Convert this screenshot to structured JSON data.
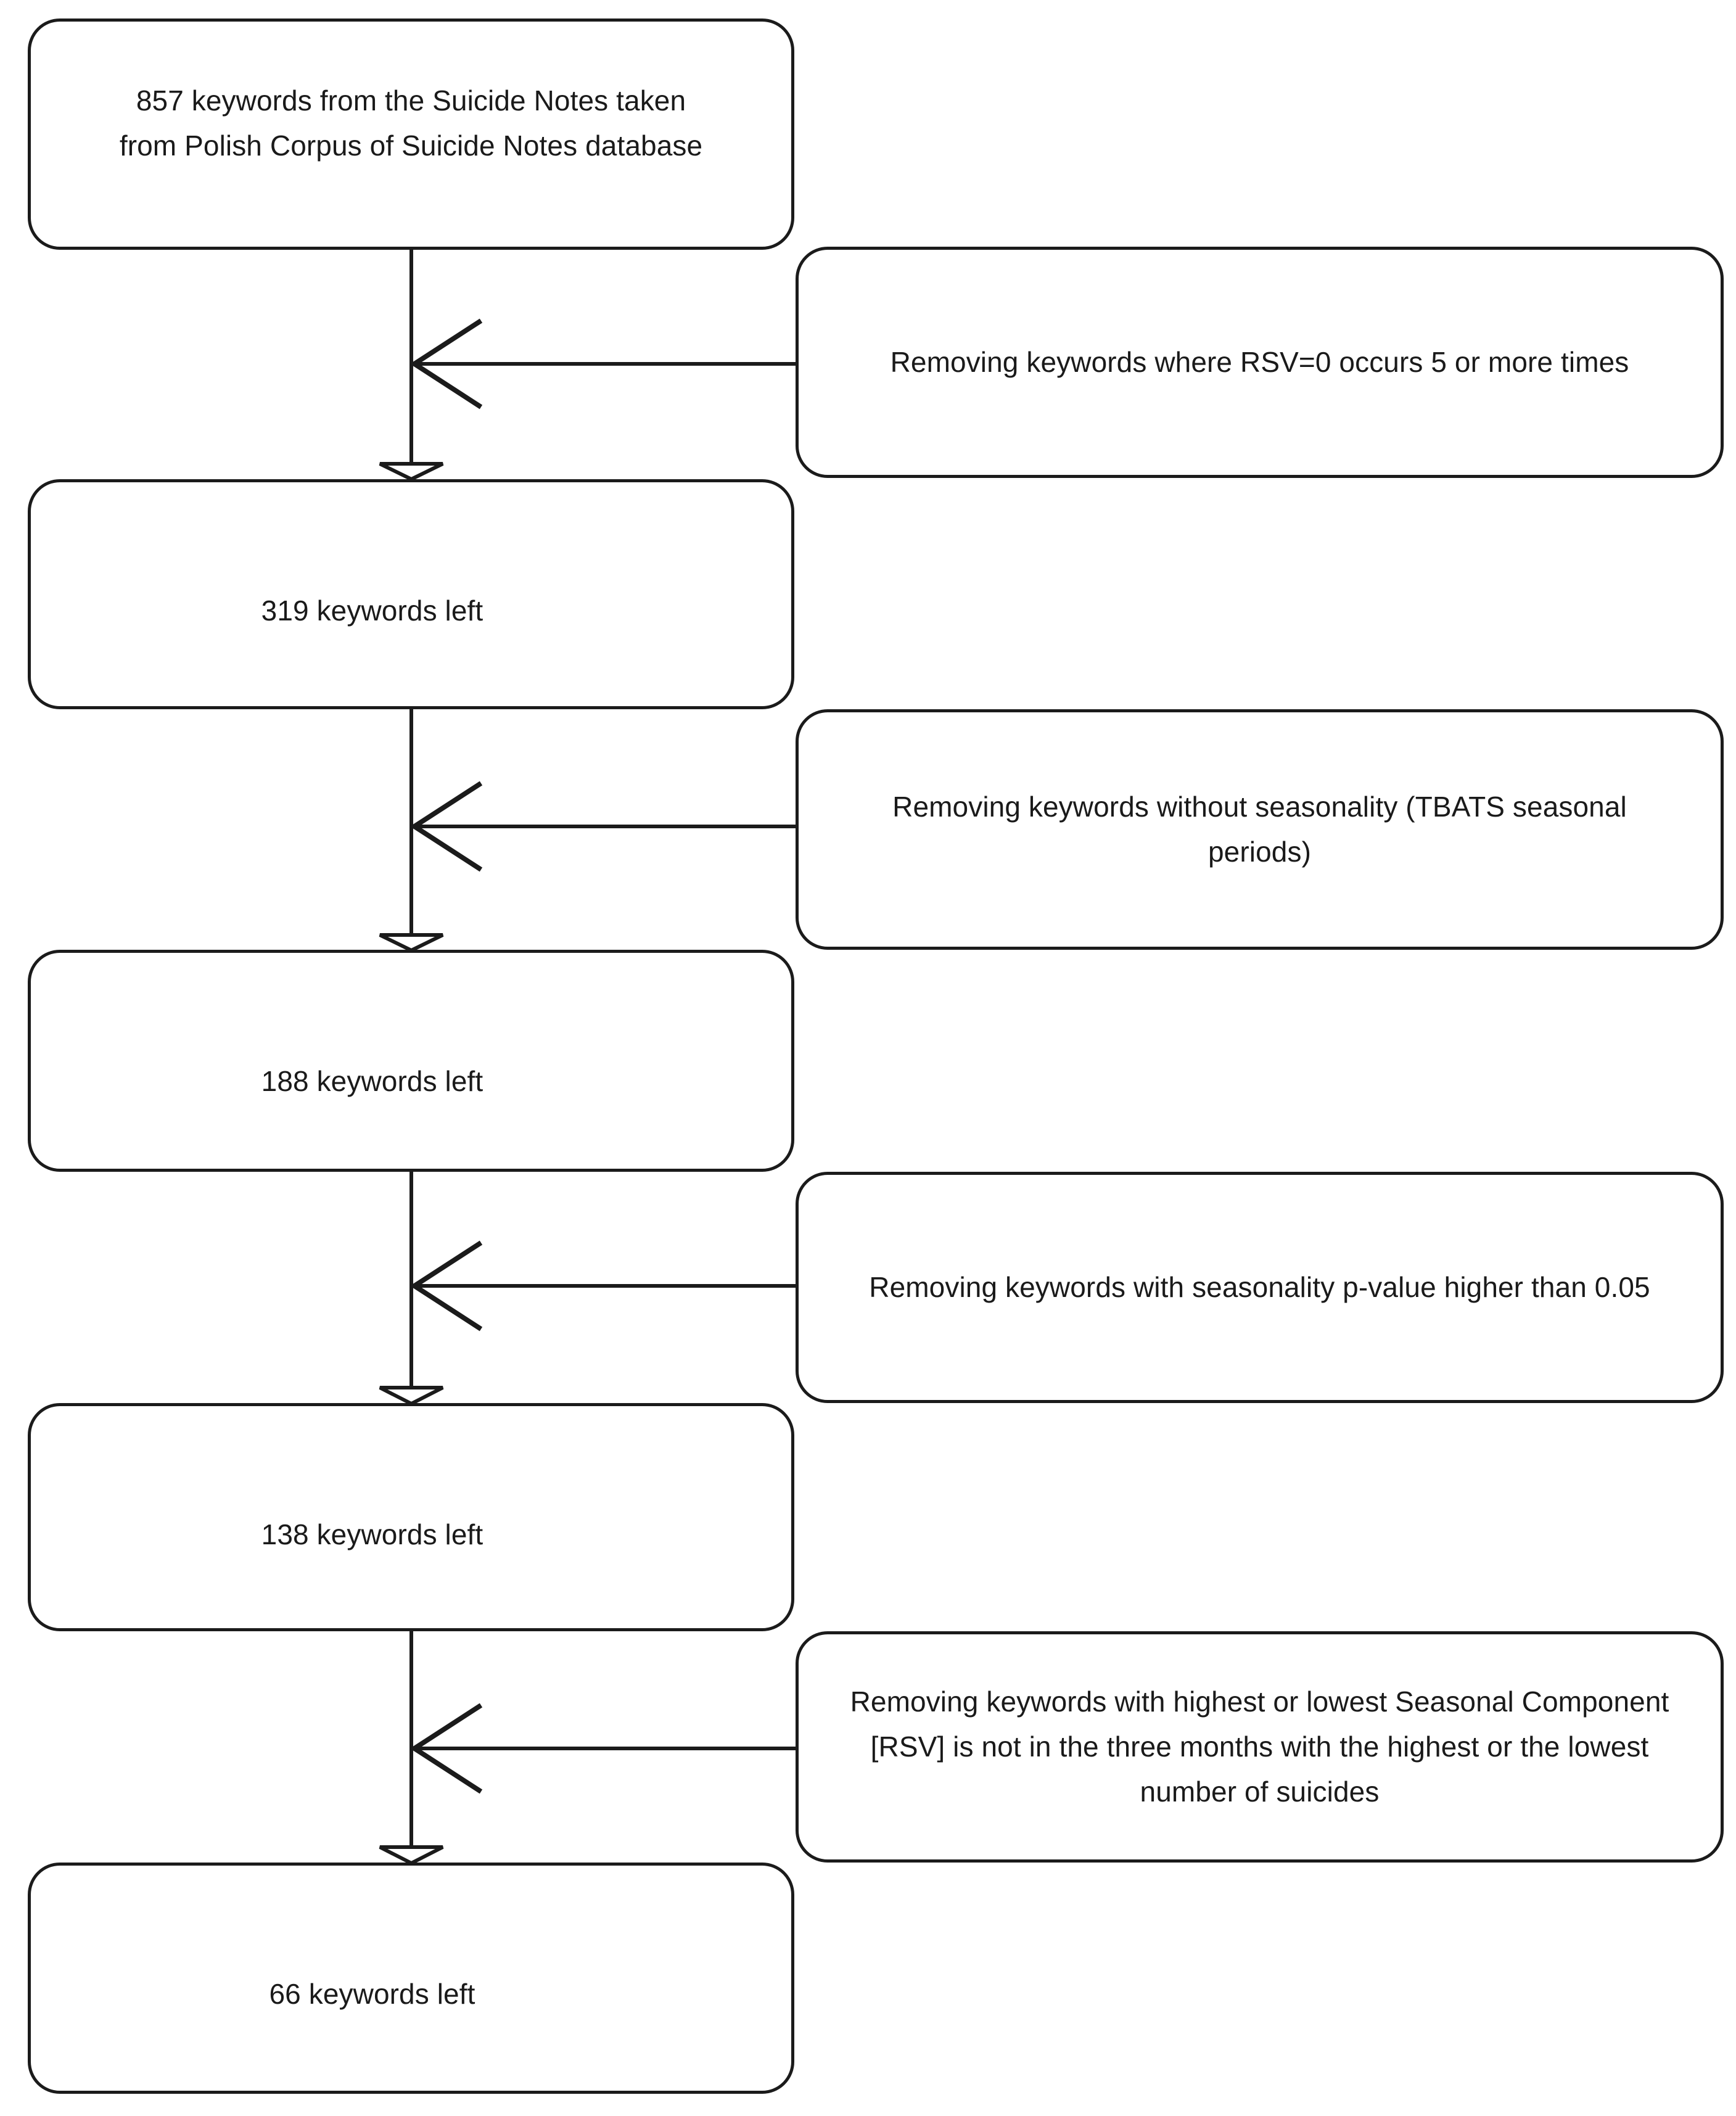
{
  "diagram": {
    "type": "flowchart",
    "title": "Keyword selection flowchart",
    "orientation": "top-to-bottom",
    "colors": {
      "stroke": "#1b1b1b",
      "fill": "#ffffff",
      "text": "#1a1a1a"
    }
  },
  "nodes": {
    "source": {
      "label": "857 keywords from the Suicide Notes taken\nfrom Polish Corpus of Suicide Notes database",
      "count": 857
    },
    "step1_result": {
      "label": "319 keywords left",
      "count": 319
    },
    "step2_result": {
      "label": "188 keywords left",
      "count": 188
    },
    "step3_result": {
      "label": "138 keywords left",
      "count": 138
    },
    "step4_result": {
      "label": "66 keywords left",
      "count": 66
    }
  },
  "filters": {
    "filter1": {
      "label": "Removing keywords where RSV=0 occurs 5 or more times"
    },
    "filter2": {
      "label": "Removing keywords without seasonality (TBATS seasonal\nperiods)"
    },
    "filter3": {
      "label": "Removing keywords with seasonality p-value higher than 0.05"
    },
    "filter4": {
      "label": "Removing keywords with highest or lowest Seasonal Component\n[RSV] is not in the three months with the highest or the lowest\nnumber of suicides"
    }
  },
  "connectors": {
    "down_arrow_icon": "hollow-triangle-down-icon",
    "side_arrow_icon": "chevron-left-icon",
    "flow_sequence": [
      857,
      319,
      188,
      138,
      66
    ]
  }
}
